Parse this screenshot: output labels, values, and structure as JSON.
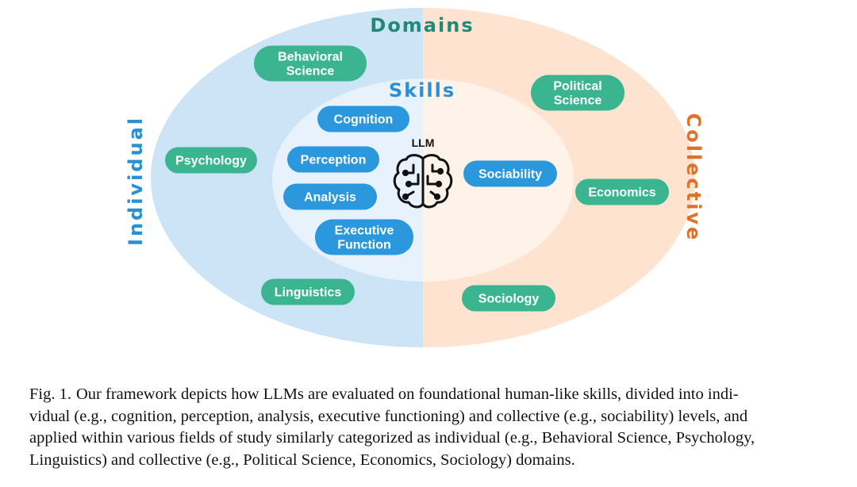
{
  "diagram": {
    "domains_title": "Domains",
    "skills_title": "Skills",
    "left_side_label": "Individual",
    "right_side_label": "Collective",
    "center_label": "LLM",
    "domains_individual": [
      {
        "key": "behavioral",
        "lines": [
          "Behavioral",
          "Science"
        ]
      },
      {
        "key": "psychology",
        "lines": [
          "Psychology"
        ]
      },
      {
        "key": "linguistics",
        "lines": [
          "Linguistics"
        ]
      }
    ],
    "domains_collective": [
      {
        "key": "political",
        "lines": [
          "Political",
          "Science"
        ]
      },
      {
        "key": "economics",
        "lines": [
          "Economics"
        ]
      },
      {
        "key": "sociology",
        "lines": [
          "Sociology"
        ]
      }
    ],
    "skills_individual": [
      {
        "key": "cognition",
        "lines": [
          "Cognition"
        ]
      },
      {
        "key": "perception",
        "lines": [
          "Perception"
        ]
      },
      {
        "key": "analysis",
        "lines": [
          "Analysis"
        ]
      },
      {
        "key": "executive",
        "lines": [
          "Executive",
          "Function"
        ]
      }
    ],
    "skills_collective": [
      {
        "key": "sociability",
        "lines": [
          "Sociability"
        ]
      }
    ],
    "colors": {
      "individual_outer": "#cde4f7",
      "individual_inner": "#e7f2fc",
      "collective_outer": "#fde3d0",
      "collective_inner": "#fef2e9",
      "domain_pill": "#3bb58f",
      "skill_pill": "#2b97dd",
      "domains_title": "#1f8a78",
      "skills_title": "#2b8fd6",
      "individual_label": "#2b8fd6",
      "collective_label": "#e0712a"
    },
    "icon": "brain-circuit-icon"
  },
  "caption": {
    "label": "Fig. 1.",
    "lines": [
      "Our framework depicts how LLMs are evaluated on foundational human-like skills, divided into indi-",
      "vidual (e.g., cognition, perception, analysis, executive functioning) and collective (e.g., sociability) levels, and",
      "applied within various fields of study similarly categorized as individual (e.g., Behavioral Science, Psychology,",
      "Linguistics) and collective (e.g., Political Science, Economics, Sociology) domains."
    ]
  }
}
